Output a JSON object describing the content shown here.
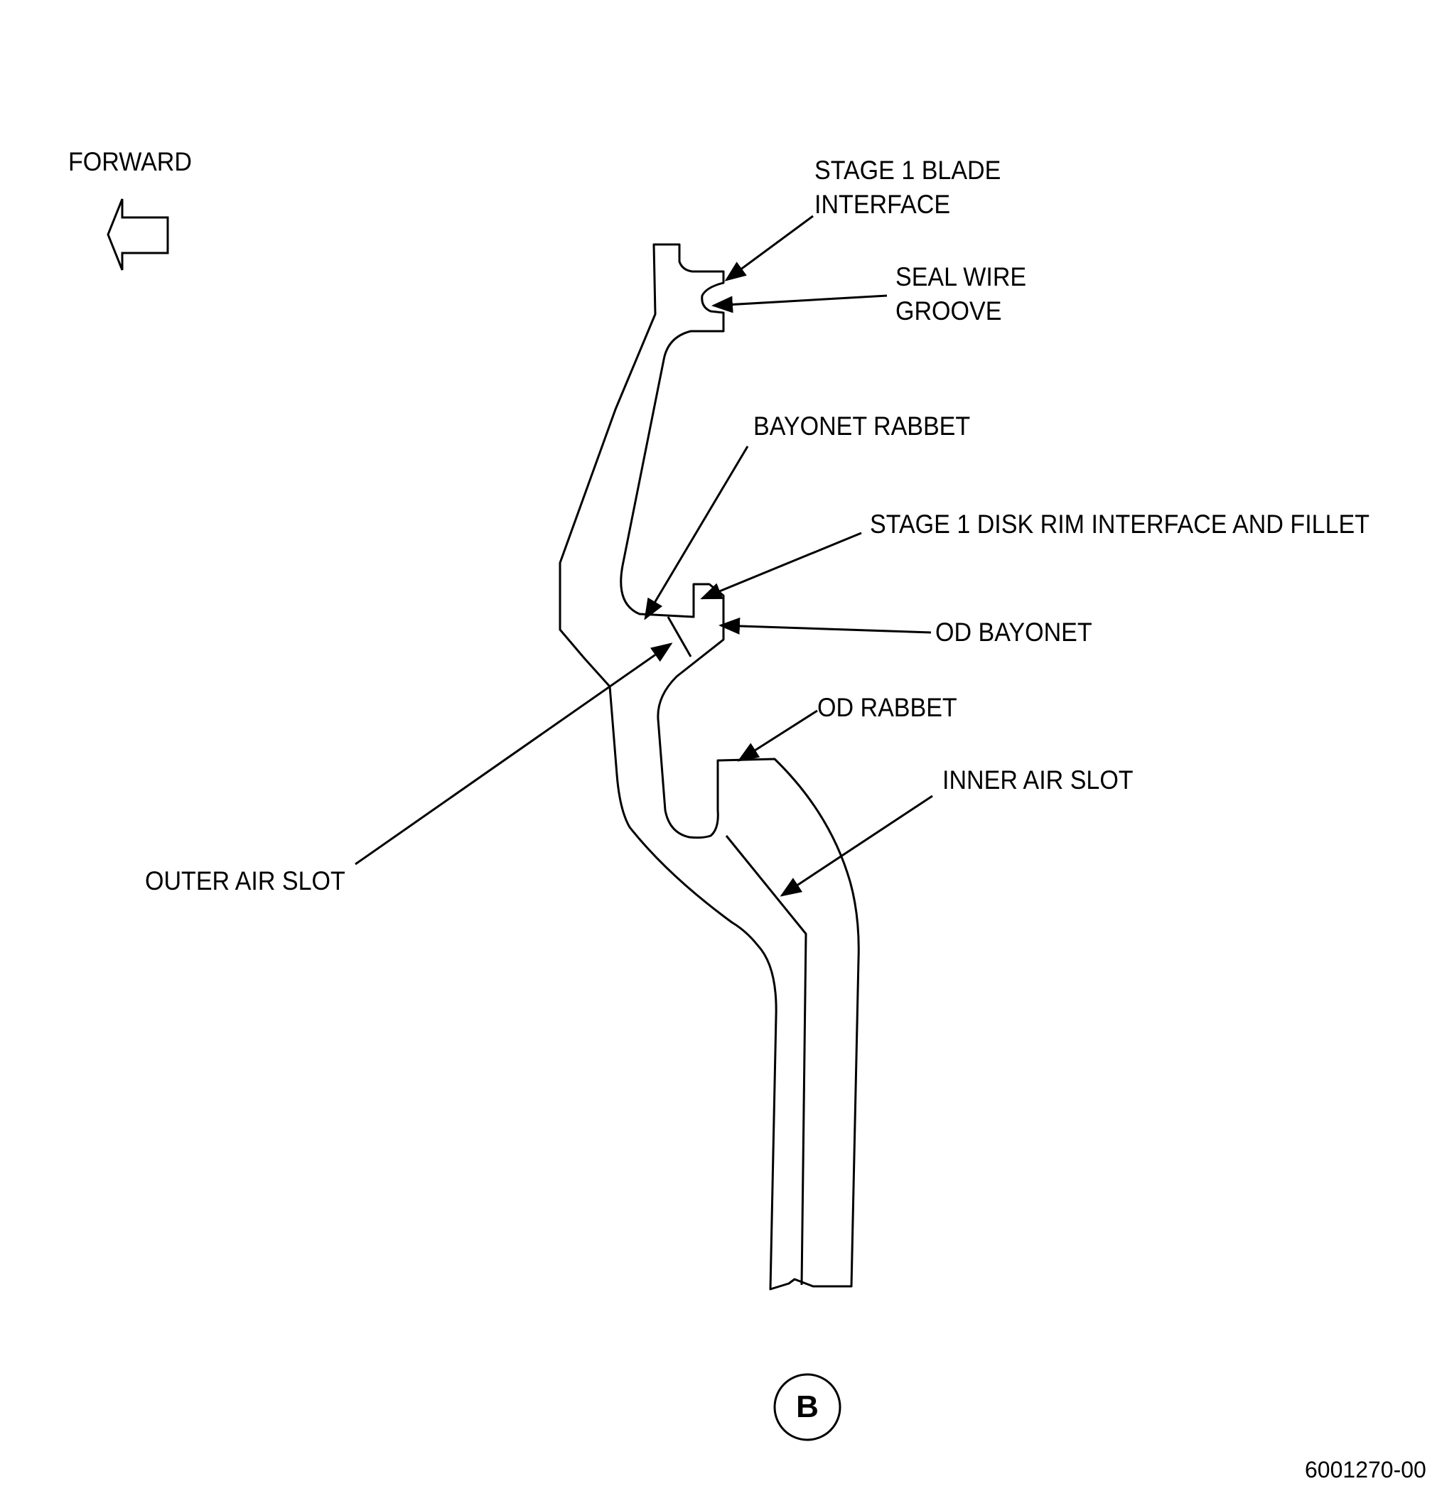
{
  "labels": {
    "forward": "FORWARD",
    "stage1_blade_interface_l1": "STAGE 1 BLADE",
    "stage1_blade_interface_l2": "INTERFACE",
    "seal_wire_groove_l1": "SEAL WIRE",
    "seal_wire_groove_l2": "GROOVE",
    "bayonet_rabbet": "BAYONET RABBET",
    "stage1_disk_rim": "STAGE 1 DISK RIM INTERFACE AND FILLET",
    "od_bayonet": "OD BAYONET",
    "od_rabbet": "OD RABBET",
    "inner_air_slot": "INNER AIR SLOT",
    "outer_air_slot": "OUTER AIR SLOT"
  },
  "view_letter": "B",
  "figure_number": "6001270-00",
  "colors": {
    "line": "#000000",
    "background": "#ffffff"
  }
}
